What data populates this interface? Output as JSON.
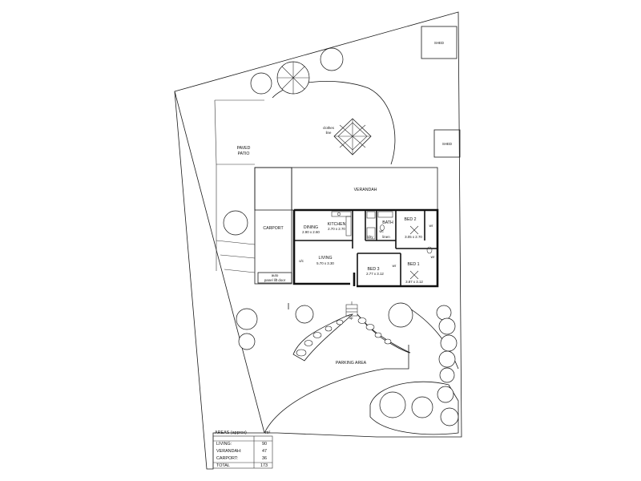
{
  "labels": {
    "shed_top": "SHED",
    "shed_mid": "SHED",
    "clothes_line": "clothes",
    "clothes_line2": "line",
    "paved_patio_1": "PAVED",
    "paved_patio_2": "PATIO",
    "verandah": "VERANDAH",
    "carport": "CARPORT",
    "auto_door_1": "auto",
    "auto_door_2": "panel lift door",
    "dining": "DINING",
    "dining_size": "2.90 x 2.60",
    "kitchen": "KITCHEN",
    "kitchen_size": "2.70 x 2.70",
    "bath": "BATH",
    "laundry": "ldry",
    "linen": "linen",
    "wc": "wc",
    "bed2": "BED 2",
    "bed2_size": "3.05 x 2.70",
    "living": "LIVING",
    "living_size": "5.70 x 3.30",
    "bed3": "BED 3",
    "bed3_size": "2.77 x 3.12",
    "bed1": "BED 1",
    "bed1_size": "3.87 x 3.12",
    "wir1": "wr",
    "wir2": "wr",
    "wir3": "wr",
    "oc": "o/c",
    "up": "up",
    "parking_area": "PARKING AREA"
  },
  "areas_table": {
    "heading": "AREAS (approx)",
    "unit": "m²",
    "rows": [
      {
        "label": "LIVING:",
        "value": "90"
      },
      {
        "label": "VERANDAH:",
        "value": "47"
      },
      {
        "label": "CARPORT:",
        "value": "36"
      }
    ],
    "total_label": "TOTAL",
    "total_value": "173"
  }
}
